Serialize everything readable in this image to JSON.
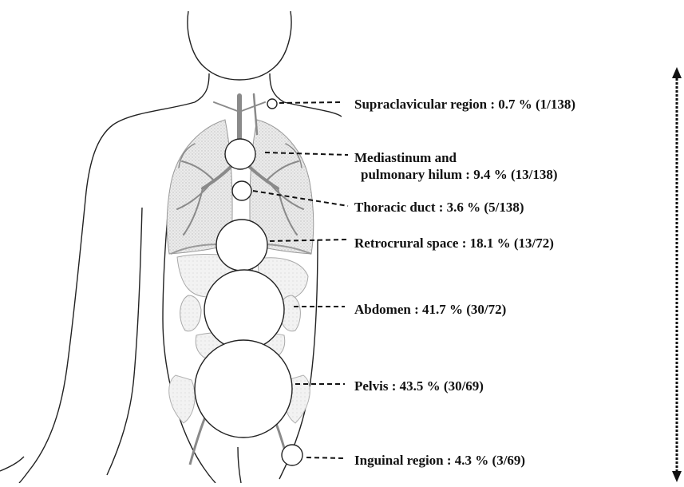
{
  "colors": {
    "outline": "#222222",
    "organ_fill": "#cfcfcf",
    "vessel": "#8a8a8a",
    "node_fill": "#ffffff",
    "leader": "#111111"
  },
  "sites": [
    {
      "id": "supraclavicular",
      "label": "Supraclavicular region : 0.7 % (1/138)",
      "region": "Supraclavicular region",
      "percent": 0.7,
      "count": 1,
      "total": 138
    },
    {
      "id": "mediastinum",
      "label_line1": "Mediastinum and",
      "label_line2": "pulmonary hilum : 9.4 % (13/138)",
      "region": "Mediastinum and pulmonary hilum",
      "percent": 9.4,
      "count": 13,
      "total": 138
    },
    {
      "id": "thoracic-duct",
      "label": "Thoracic duct : 3.6 % (5/138)",
      "region": "Thoracic duct",
      "percent": 3.6,
      "count": 5,
      "total": 138
    },
    {
      "id": "retrocrural",
      "label": "Retrocrural space : 18.1 % (13/72)",
      "region": "Retrocrural space",
      "percent": 18.1,
      "count": 13,
      "total": 72
    },
    {
      "id": "abdomen",
      "label": "Abdomen : 41.7 % (30/72)",
      "region": "Abdomen",
      "percent": 41.7,
      "count": 30,
      "total": 72
    },
    {
      "id": "pelvis",
      "label": "Pelvis : 43.5 % (30/69)",
      "region": "Pelvis",
      "percent": 43.5,
      "count": 30,
      "total": 69
    },
    {
      "id": "inguinal",
      "label": "Inguinal region : 4.3 % (3/69)",
      "region": "Inguinal region",
      "percent": 4.3,
      "count": 3,
      "total": 69
    }
  ]
}
